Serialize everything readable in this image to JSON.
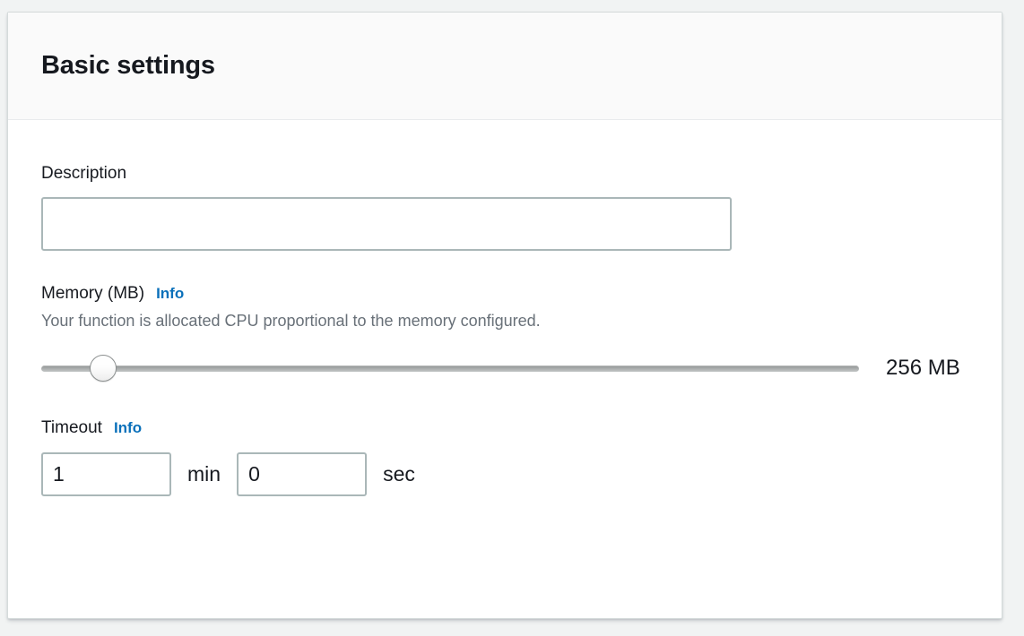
{
  "panel": {
    "title": "Basic settings"
  },
  "description_field": {
    "label": "Description",
    "value": "",
    "placeholder": ""
  },
  "memory_field": {
    "label": "Memory (MB)",
    "info_label": "Info",
    "hint": "Your function is allocated CPU proportional to the memory configured.",
    "value_text": "256 MB",
    "slider": {
      "value": 256,
      "min": 128,
      "max": 10240,
      "fill_percent": 6
    }
  },
  "timeout_field": {
    "label": "Timeout",
    "info_label": "Info",
    "minutes_value": "1",
    "minutes_unit": "min",
    "seconds_value": "0",
    "seconds_unit": "sec"
  },
  "colors": {
    "page_background": "#f1f3f3",
    "panel_background": "#ffffff",
    "panel_header_background": "#fafafa",
    "panel_border": "#d5dbdb",
    "text_primary": "#16191f",
    "text_secondary": "#687078",
    "link_blue": "#0a70ba",
    "input_border": "#aab7b8",
    "slider_track": "#a8abab"
  }
}
